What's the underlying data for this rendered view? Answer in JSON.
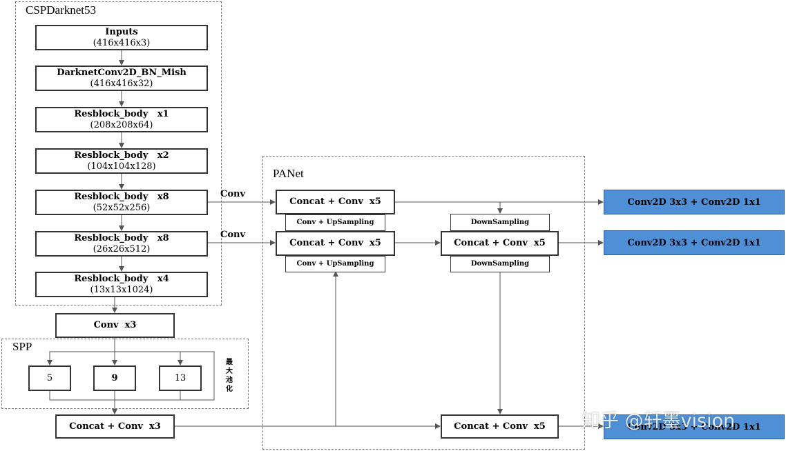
{
  "backbone": {
    "title": "CSPDarknet53",
    "inputs": {
      "name": "Inputs",
      "shape": "(416x416x3)"
    },
    "stem": {
      "name": "DarknetConv2D_BN_Mish",
      "shape": "(416x416x32)"
    },
    "res1": {
      "name": "Resblock_body   x1",
      "shape": "(208x208x64)"
    },
    "res2": {
      "name": "Resblock_body   x2",
      "shape": "(104x104x128)"
    },
    "res3": {
      "name": "Resblock_body   x8",
      "shape": "(52x52x256)"
    },
    "res4": {
      "name": "Resblock_body   x8",
      "shape": "(26x26x512)"
    },
    "res5": {
      "name": "Resblock_body   x4",
      "shape": "(13x13x1024)"
    }
  },
  "conv_x3": "Conv  x3",
  "spp": {
    "title": "SPP",
    "pool_5": "5",
    "pool_9": "9",
    "pool_13": "13",
    "side_label": [
      "最",
      "大",
      "池",
      "化"
    ],
    "concat": "Concat + Conv  x3"
  },
  "edge_labels": {
    "conv_top": "Conv",
    "conv_mid": "Conv"
  },
  "panet": {
    "title": "PANet",
    "concat_top": "Concat + Conv  x5",
    "concat_mid": "Concat + Conv  x5",
    "concat_mid_right": "Concat + Conv  x5",
    "concat_bottom": "Concat + Conv  x5",
    "upsample_top": "Conv + UpSampling",
    "upsample_bottom": "Conv + UpSampling",
    "downsample_top": "DownSampling",
    "downsample_bottom": "DownSampling"
  },
  "outputs": {
    "head1": "Conv2D 3x3 + Conv2D 1x1",
    "head2": "Conv2D 3x3 + Conv2D 1x1",
    "head3": "Conv2D 3x3 + Conv2D 1x1"
  },
  "watermark": "知乎 @轩墨vision",
  "colors": {
    "output_fill": "#4f8fd6",
    "box_border": "#333333",
    "wire": "#555555"
  }
}
